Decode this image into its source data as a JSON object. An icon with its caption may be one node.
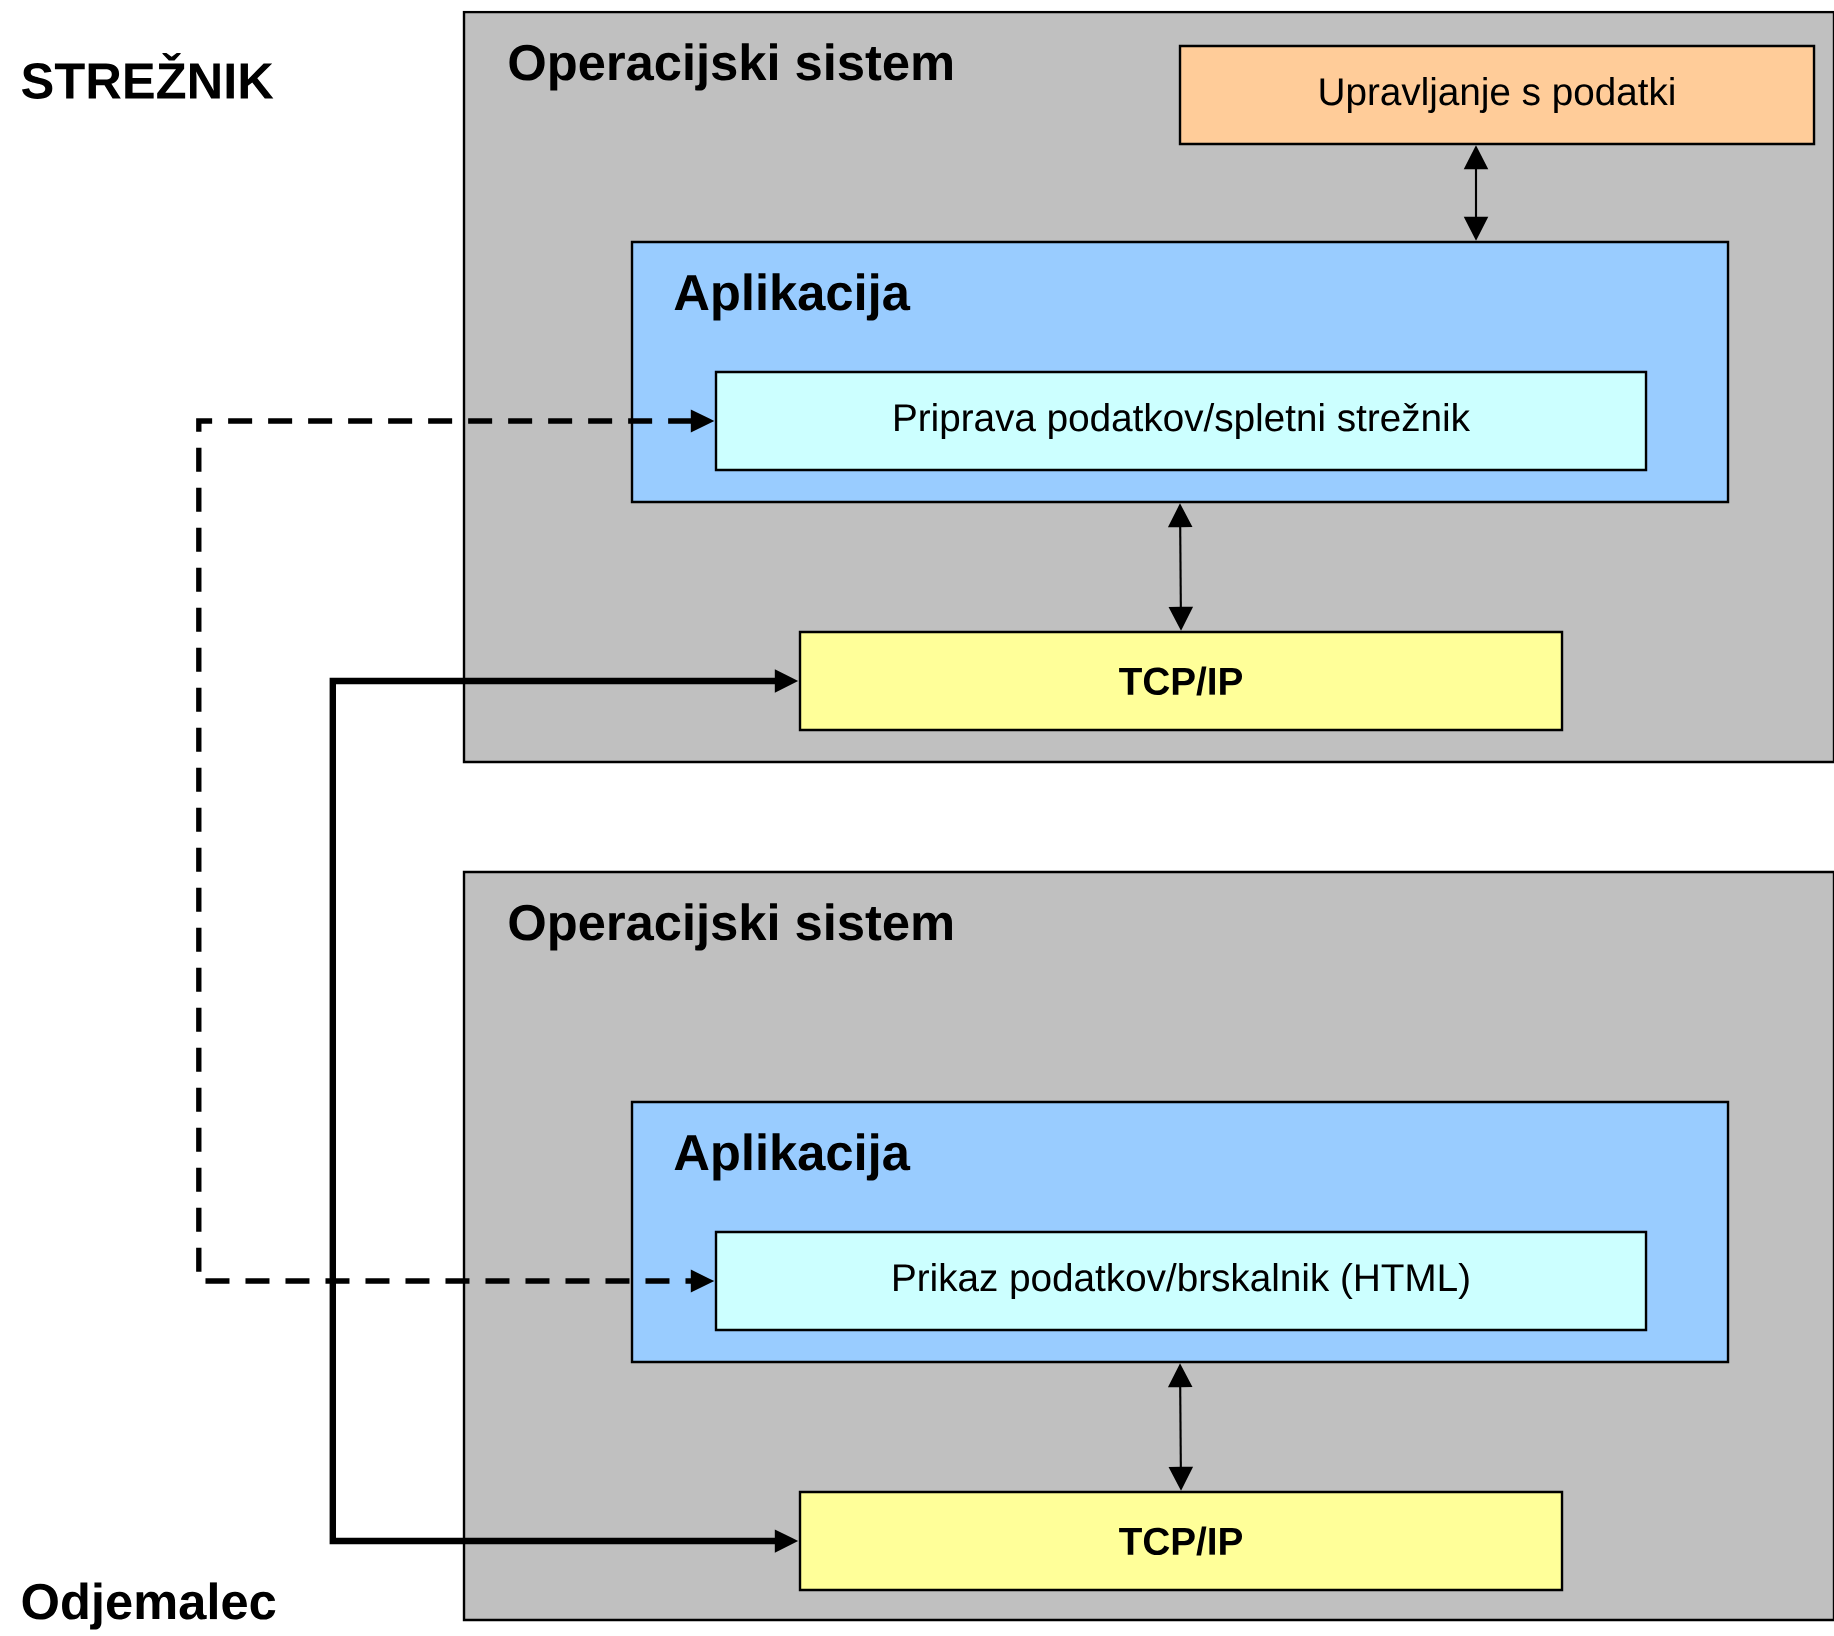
{
  "diagram": {
    "nodes": [
      {
        "text": [
          "Operacijski sistem"
        ]
      },
      {
        "text": [
          "Upravljanje s podatki"
        ],
        "in": 0
      },
      {
        "text": [
          "Aplikacija"
        ],
        "in": 0
      },
      {
        "text": [
          "Priprava podatkov/spletni strežnik"
        ],
        "in": 2
      },
      {
        "text": [
          "TCP/IP"
        ],
        "in": 0
      },
      {
        "text": [
          "Operacijski sistem"
        ]
      },
      {
        "text": [
          "Aplikacija"
        ],
        "in": 5
      },
      {
        "text": [
          "Prikaz podatkov/brskalnik (HTML)"
        ],
        "in": 6
      },
      {
        "text": [
          "TCP/IP"
        ],
        "in": 5
      }
    ],
    "edges": [
      {
        "from": 1,
        "to": 2,
        "arrow": "both"
      },
      {
        "from": 2,
        "to": 4,
        "arrow": "both"
      },
      {
        "from": 3,
        "to": 7,
        "arrow": "both",
        "style": "dashed"
      },
      {
        "from": 4,
        "to": 8,
        "arrow": "both",
        "style": "thick"
      },
      {
        "from": 6,
        "to": 8,
        "arrow": "both"
      }
    ],
    "labels": [
      "STREŽNIK",
      "Odjemalec"
    ]
  }
}
